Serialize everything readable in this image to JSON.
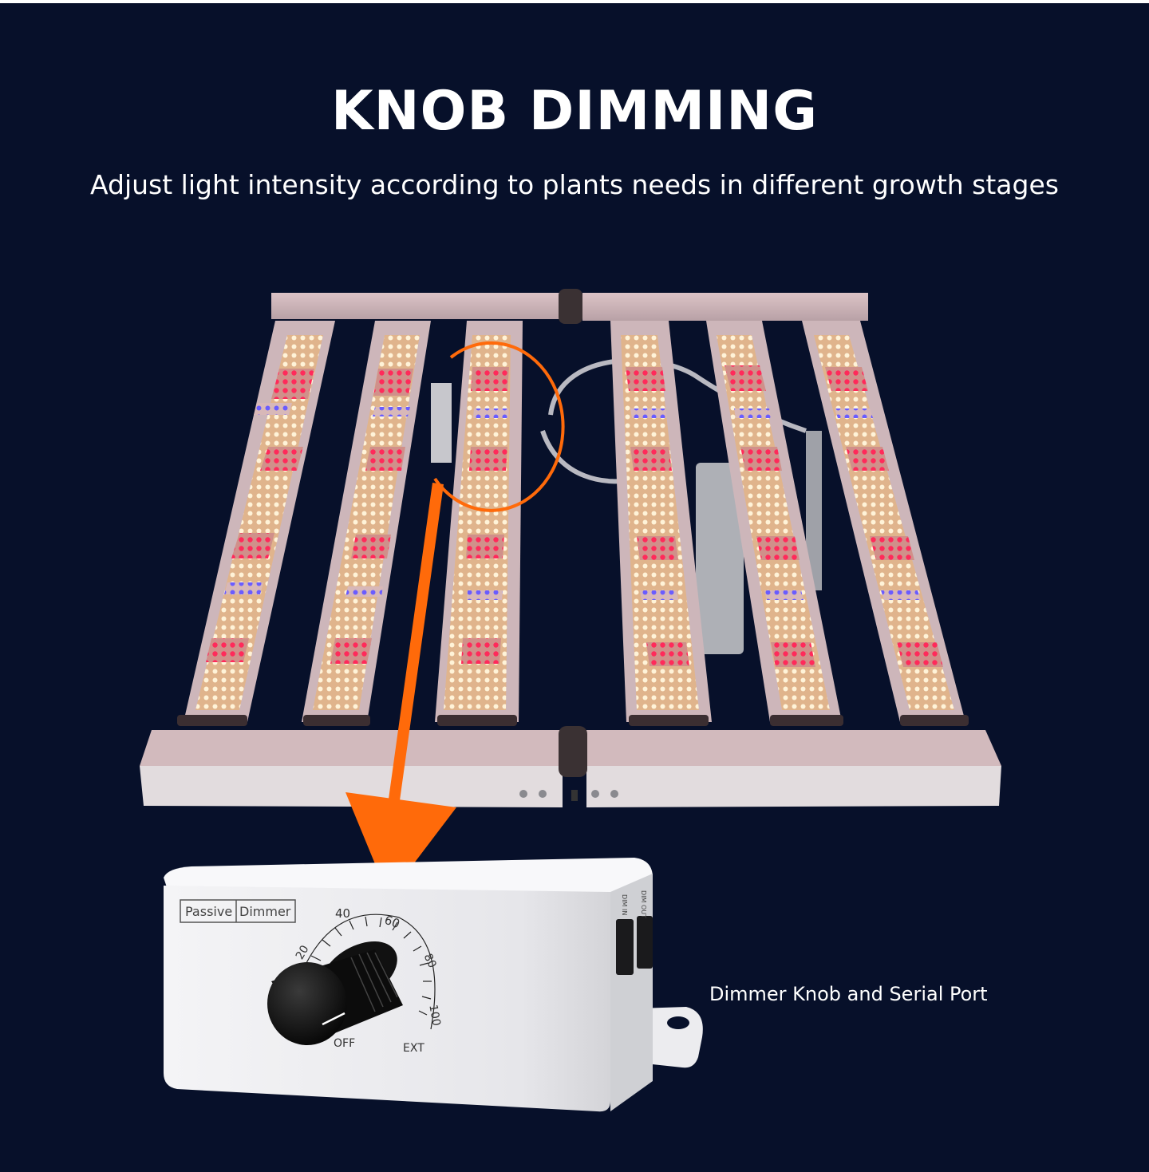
{
  "header": {
    "title": "KNOB DIMMING",
    "subtitle": "Adjust light intensity according to plants needs in different growth stages"
  },
  "dimmer": {
    "label_left": "Passive",
    "label_right": "Dimmer",
    "scale": [
      "20",
      "40",
      "60",
      "80",
      "100"
    ],
    "off_label": "OFF",
    "ext_label": "EXT",
    "port_in": "DIM IN",
    "port_out": "DIM OUT"
  },
  "caption": "Dimmer Knob and Serial Port",
  "colors": {
    "background": "#07102a",
    "arrow": "#ff6a0a",
    "led_warm": "#ffe6b8",
    "led_red": "#ff2a55",
    "led_blue": "#6a5cff"
  }
}
